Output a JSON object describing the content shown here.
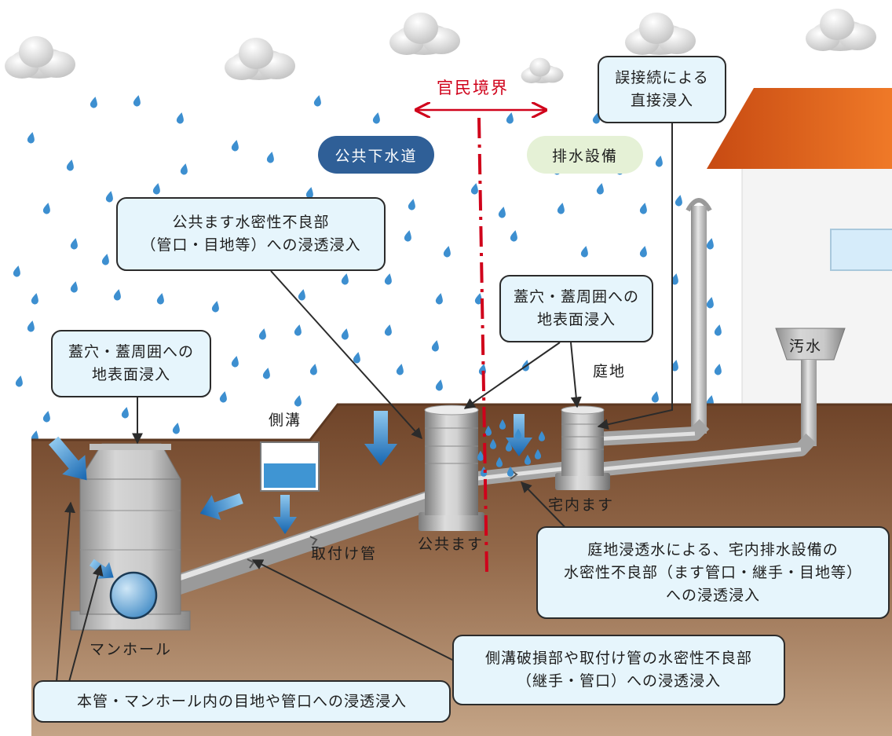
{
  "boundary": {
    "title": "官民境界"
  },
  "zones": {
    "public": "公共下水道",
    "private": "排水設備"
  },
  "labels": {
    "sokko": "側溝",
    "teichi": "庭地",
    "osui": "汚水",
    "takunai_masu": "宅内ます",
    "koukyou_masu": "公共ます",
    "toritsuke_kan": "取付け管",
    "manhole": "マンホール"
  },
  "callouts": {
    "misconnection": [
      "誤接続による",
      "直接浸入"
    ],
    "public_masu": [
      "公共ます水密性不良部",
      "（管口・目地等）への浸透浸入"
    ],
    "lid_right": [
      "蓋穴・蓋周囲への",
      "地表面浸入"
    ],
    "lid_left": [
      "蓋穴・蓋周囲への",
      "地表面浸入"
    ],
    "garden": [
      "庭地浸透水による、宅内排水設備の",
      "水密性不良部（ます管口・継手・目地等）",
      "への浸透浸入"
    ],
    "ditch": [
      "側溝破損部や取付け管の水密性不良部",
      "（継手・管口）への浸透浸入"
    ],
    "mainpipe": [
      "本管・マンホール内の目地や管口への浸透浸入"
    ]
  },
  "colors": {
    "boundary": "#d0021b",
    "public_pill": "#2f5f97",
    "private_pill": "#e5f1d6",
    "callout_fill": "#e6f5fc",
    "roof": "#e8631c",
    "soil_top": "#6f4429",
    "soil_bottom": "#c4a486",
    "water_arrow": "#1f7fc4"
  },
  "icons": [
    "cloud-icon",
    "raindrop-icon",
    "water-flow-arrow-icon",
    "double-arrow-icon"
  ]
}
